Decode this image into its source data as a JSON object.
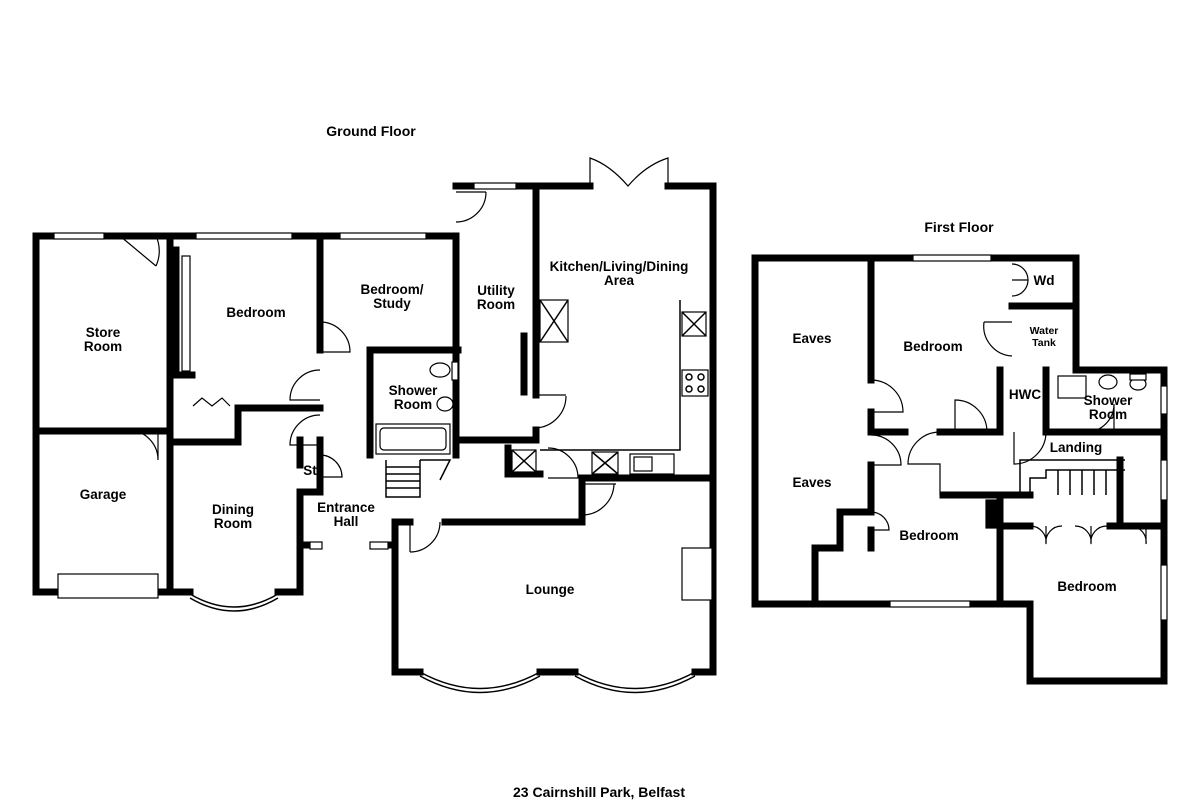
{
  "headings": {
    "ground_floor": "Ground Floor",
    "first_floor": "First Floor",
    "address": "23 Cairnshill Park, Belfast"
  },
  "ground_floor_rooms": {
    "store_room": [
      "Store",
      "Room"
    ],
    "garage": "Garage",
    "bedroom": "Bedroom",
    "dining_room": [
      "Dining",
      "Room"
    ],
    "bedroom_study": [
      "Bedroom/",
      "Study"
    ],
    "shower_room": [
      "Shower",
      "Room"
    ],
    "st": "St",
    "entrance_hall": [
      "Entrance",
      "Hall"
    ],
    "utility_room": [
      "Utility",
      "Room"
    ],
    "kitchen": [
      "Kitchen/Living/Dining",
      "Area"
    ],
    "lounge": "Lounge"
  },
  "first_floor_rooms": {
    "eaves_upper": "Eaves",
    "eaves_lower": "Eaves",
    "bedroom_top": "Bedroom",
    "wd": "Wd",
    "water_tank": [
      "Water",
      "Tank"
    ],
    "hwc": "HWC",
    "shower_room": [
      "Shower",
      "Room"
    ],
    "landing": "Landing",
    "bedroom_middle": "Bedroom",
    "bedroom_right": "Bedroom"
  }
}
